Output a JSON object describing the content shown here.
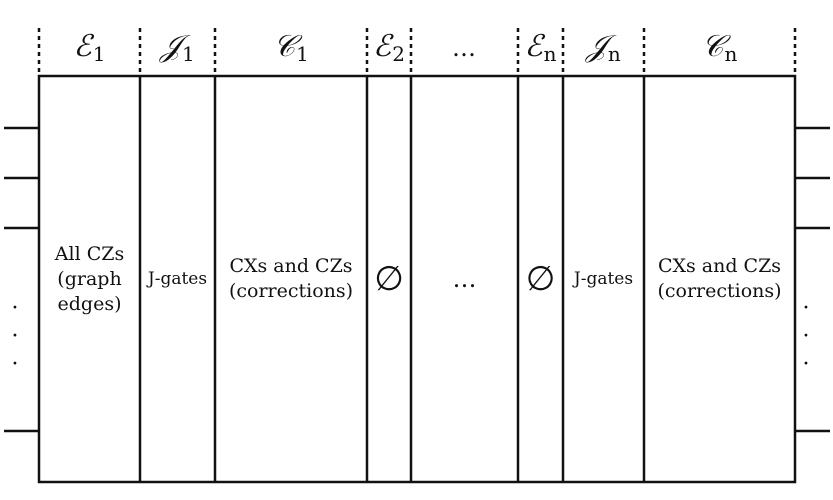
{
  "headers": [
    {
      "symbol": "ℰ",
      "sub": "1"
    },
    {
      "symbol": "𝒥",
      "sub": "1"
    },
    {
      "symbol": "𝒞",
      "sub": "1"
    },
    {
      "symbol": "ℰ",
      "sub": "2"
    },
    {
      "symbol": "…",
      "sub": ""
    },
    {
      "symbol": "ℰ",
      "sub": "n"
    },
    {
      "symbol": "𝒥",
      "sub": "n"
    },
    {
      "symbol": "𝒞",
      "sub": "n"
    }
  ],
  "cells": [
    "All CZs\n(graph\nedges)",
    "J-gates",
    "CXs and CZs\n(corrections)",
    "∅",
    "…",
    "∅",
    "J-gates",
    "CXs and CZs\n(corrections)"
  ],
  "wire_ellipsis": "·\n·\n·"
}
